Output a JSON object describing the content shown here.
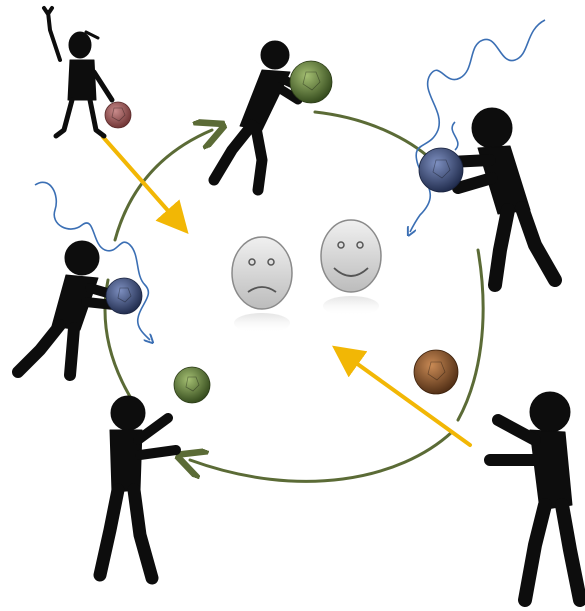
{
  "scene": {
    "kind": "ball-passing circle diagram",
    "text_labels": []
  },
  "colors": {
    "background": "#ffffff",
    "figure": "#0d0d0d",
    "cycle_arrow": "#5b6b36",
    "incoming_arrow": "#f2b705",
    "wave": "#3b6fb4",
    "ball_red": "#8a4848",
    "ball_green": "#4f6e2f",
    "ball_blue": "#2f3f6a",
    "ball_brown": "#6e4424",
    "face_fill": "#d9d9d9",
    "face_stroke": "#8a8a8a"
  },
  "figures": [
    {
      "id": "thrower-waving",
      "holds": "ball-red",
      "waves": false
    },
    {
      "id": "player-top",
      "holds": "ball-green",
      "waves": false
    },
    {
      "id": "player-right",
      "holds": "ball-blue",
      "waves": true
    },
    {
      "id": "player-left",
      "holds": "ball-blue",
      "waves": true
    },
    {
      "id": "player-bottom-left",
      "holds": "none",
      "waves": false
    },
    {
      "id": "player-bottom-right",
      "holds": "ball-brown",
      "waves": false
    }
  ],
  "faces": [
    {
      "id": "sad-face",
      "mood": "sad"
    },
    {
      "id": "happy-face",
      "mood": "happy"
    }
  ]
}
